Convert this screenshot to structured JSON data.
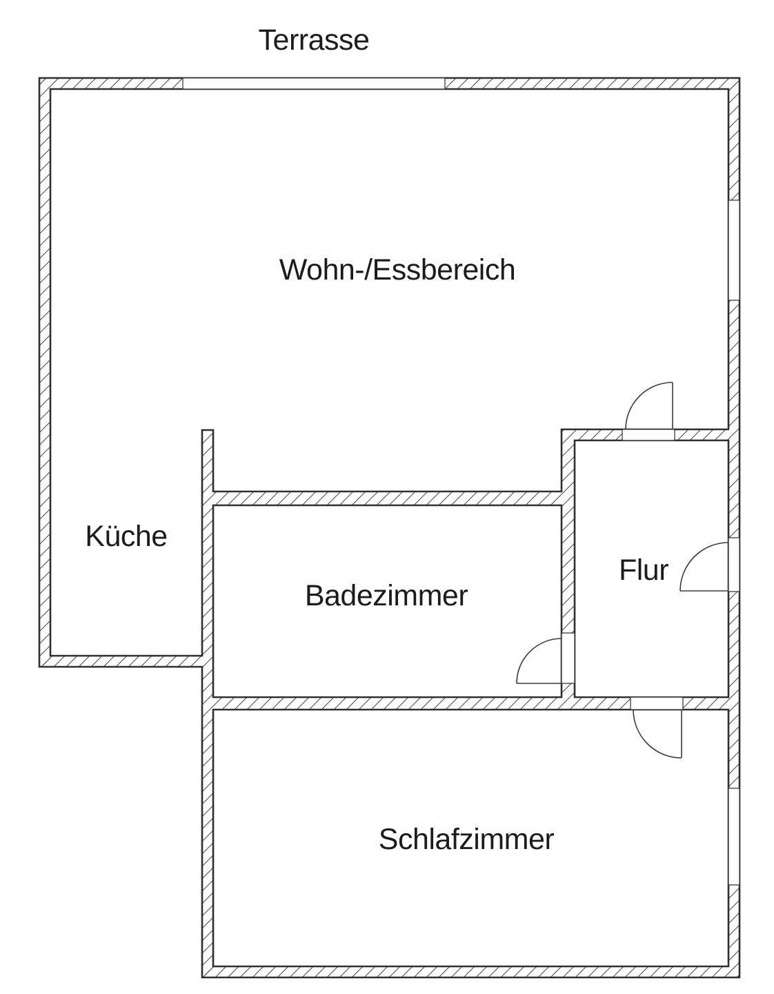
{
  "floorplan": {
    "labels": {
      "terrace": "Terrasse",
      "living_dining": "Wohn-/Essbereich",
      "kitchen": "Küche",
      "bathroom": "Badezimmer",
      "hallway": "Flur",
      "bedroom": "Schlafzimmer"
    },
    "colors": {
      "wall_outline": "#2f2f2f",
      "hatch_line": "#4d4d4d",
      "door_line": "#3a3a3a",
      "background": "#ffffff",
      "text": "#1c1c1c"
    }
  }
}
